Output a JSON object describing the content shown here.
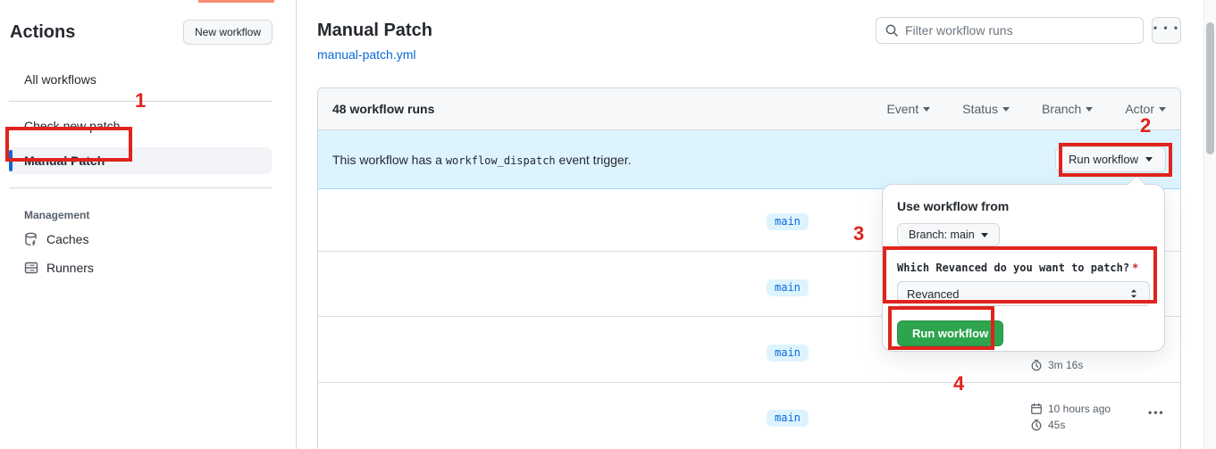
{
  "sidebar": {
    "title": "Actions",
    "new_workflow_label": "New workflow",
    "items": [
      {
        "label": "All workflows"
      },
      {
        "label": "Check new patch"
      },
      {
        "label": "Manual Patch"
      }
    ],
    "management_label": "Management",
    "management_items": [
      {
        "label": "Caches"
      },
      {
        "label": "Runners"
      }
    ]
  },
  "header": {
    "title": "Manual Patch",
    "file_link": "manual-patch.yml",
    "filter_placeholder": "Filter workflow runs",
    "more_options": "⋯"
  },
  "runs_table": {
    "count_label": "48 workflow runs",
    "filters": [
      "Event",
      "Status",
      "Branch",
      "Actor"
    ],
    "banner": {
      "text_before": "This workflow has a ",
      "code": "workflow_dispatch",
      "text_after": " event trigger.",
      "run_button_label": "Run workflow"
    },
    "rows": [
      {
        "branch": "main"
      },
      {
        "branch": "main"
      },
      {
        "branch": "main",
        "duration": "3m 16s"
      },
      {
        "branch": "main",
        "time": "10 hours ago",
        "duration": "45s",
        "kebab": "•••"
      }
    ]
  },
  "popup": {
    "title": "Use workflow from",
    "branch_button_label": "Branch: main",
    "input_label": "Which Revanced do you want to patch?",
    "required_mark": "*",
    "select_value": "Revanced",
    "run_button_label": "Run workflow"
  },
  "annotations": {
    "one": "1",
    "two": "2",
    "three": "3",
    "four": "4"
  },
  "colors": {
    "accent_tab": "#fd8c73",
    "annotation_red": "#e0231c",
    "run_button_green": "#2da44e",
    "link_blue": "#0969da",
    "banner_blue": "#ddf4ff",
    "selected_indicator_blue": "#0969da"
  }
}
